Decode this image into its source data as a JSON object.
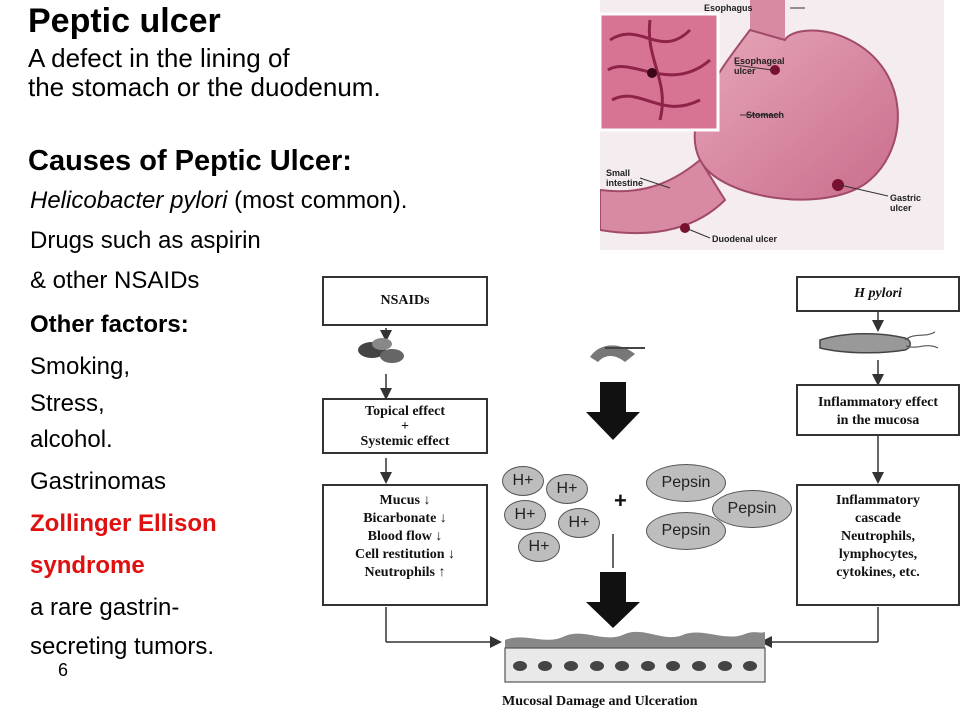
{
  "heading": {
    "title": "Peptic ulcer",
    "definition_line1": "A defect in the lining of",
    "definition_line2": "the stomach or the duodenum."
  },
  "causes": {
    "heading": "Causes of Peptic Ulcer:",
    "hpylori_italic": "Helicobacter pylori",
    "hpylori_rest": " (most common).",
    "drugs_line1": "Drugs such as aspirin",
    "drugs_line2": "& other NSAIDs",
    "other_heading": "Other factors:",
    "smoking": "Smoking,",
    "stress": "Stress,",
    "alcohol": "alcohol.",
    "gastrinomas": "Gastrinomas",
    "zes_line1": "Zollinger Ellison",
    "zes_line2": "syndrome",
    "rare_line1": "a rare gastrin-",
    "rare_line2": "secreting tumors."
  },
  "slide_number": "6",
  "anatomy": {
    "labels": {
      "esophagus": "Esophagus",
      "esophageal_ulcer_1": "Esophageal",
      "esophageal_ulcer_2": "ulcer",
      "stomach": "Stomach",
      "small_intestine_1": "Small",
      "small_intestine_2": "intestine",
      "gastric_ulcer_1": "Gastric",
      "gastric_ulcer_2": "ulcer",
      "duodenal_ulcer": "Duodenal ulcer"
    }
  },
  "diagram": {
    "nsaids": "NSAIDs",
    "hpylori": "H pylori",
    "topical_1": "Topical effect",
    "topical_plus": "+",
    "topical_2": "Systemic effect",
    "inflam_1": "Inflammatory effect",
    "inflam_2": "in the mucosa",
    "left_list": [
      "Mucus ↓",
      "Bicarbonate ↓",
      "Blood flow ↓",
      "Cell restitution ↓",
      "Neutrophils ↑"
    ],
    "right_list": [
      "Inflammatory",
      "cascade",
      "Neutrophils,",
      "lymphocytes,",
      "cytokines, etc."
    ],
    "ion": "H+",
    "plus": "+",
    "pepsin": "Pepsin",
    "result": "Mucosal Damage and Ulceration"
  }
}
